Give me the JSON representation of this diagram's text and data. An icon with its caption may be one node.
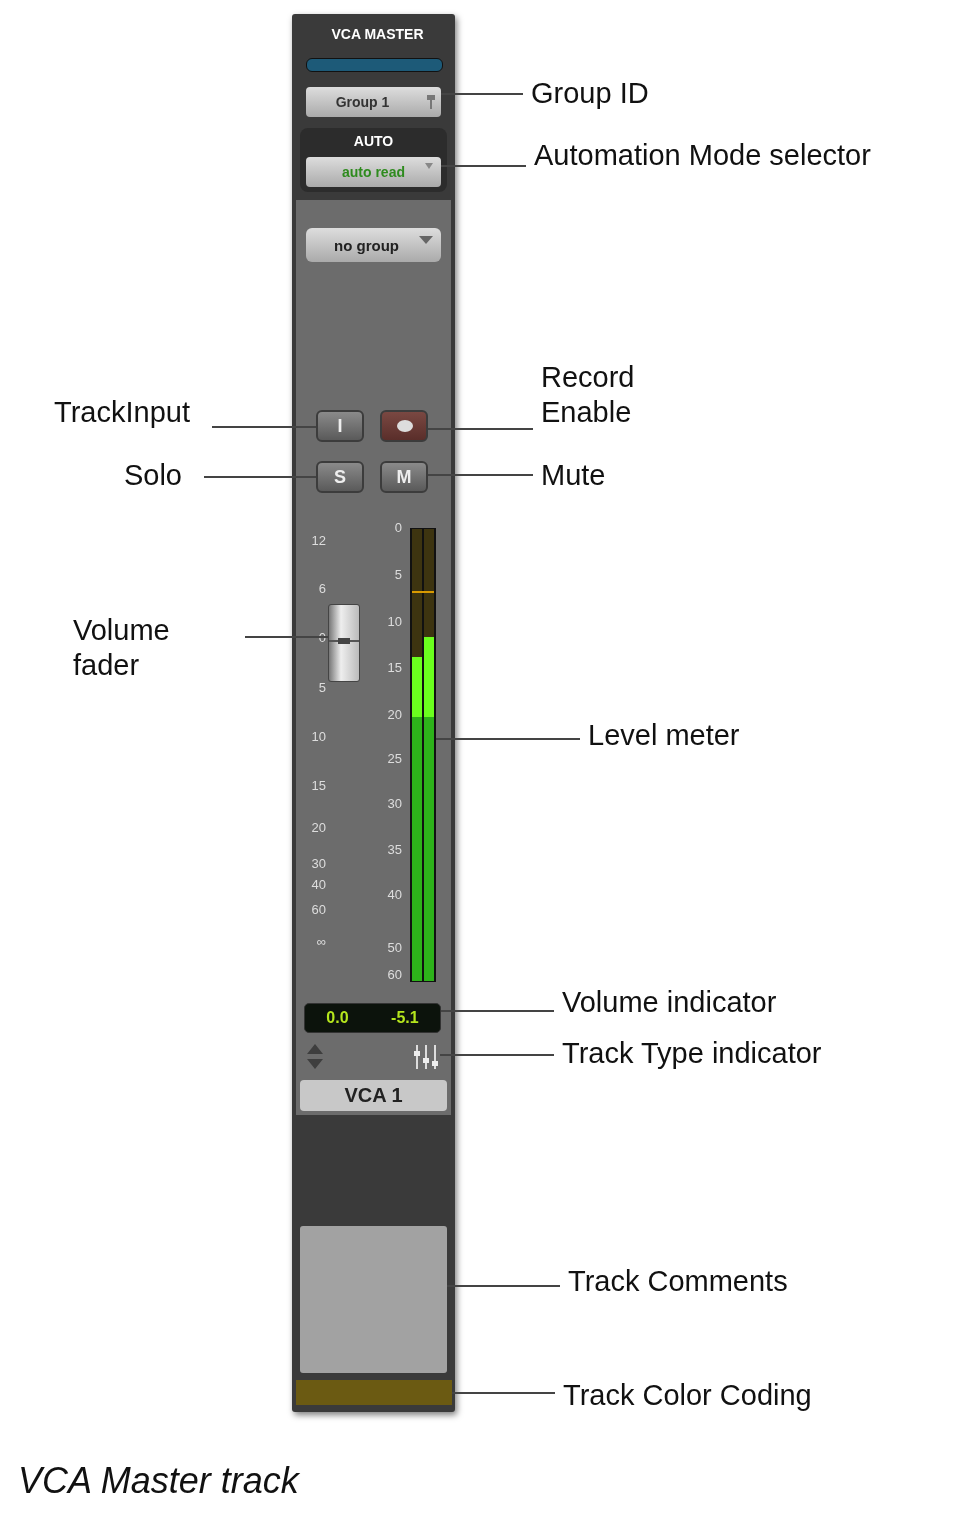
{
  "diagram": {
    "caption": "VCA Master track",
    "nodes": [
      {
        "text": [],
        "shape": "box"
      },
      {
        "text": [
          "Group 1"
        ],
        "in": 0
      },
      {
        "text": [
          "auto read"
        ],
        "in": 0
      },
      {
        "text": [
          "no group"
        ],
        "in": 0
      },
      {
        "text": [
          "I"
        ],
        "in": 0
      },
      {
        "text": [],
        "shape": "box",
        "in": 0
      },
      {
        "text": [
          "S"
        ],
        "in": 0
      },
      {
        "text": [
          "M"
        ],
        "in": 0
      },
      {
        "text": [],
        "shape": "box",
        "in": 0
      },
      {
        "text": [],
        "shape": "bar",
        "in": 0,
        "beside": [
          "0",
          "5",
          "10",
          "15",
          "20",
          "25",
          "30",
          "35",
          "40",
          "50",
          "60"
        ]
      },
      {
        "text": [
          "0.0",
          "-5.1"
        ],
        "in": 0
      },
      {
        "text": [],
        "shape": "picture",
        "in": 0
      },
      {
        "text": [
          "VCA 1"
        ],
        "in": 0
      },
      {
        "text": [],
        "shape": "box",
        "in": 0
      },
      {
        "text": [],
        "shape": "bar",
        "in": 0
      },
      {
        "text": [
          "Group ID"
        ]
      },
      {
        "text": [
          "Automation Mode selector"
        ]
      },
      {
        "text": [
          "TrackInput"
        ]
      },
      {
        "text": [
          "Record Enable"
        ]
      },
      {
        "text": [
          "Solo"
        ]
      },
      {
        "text": [
          "Mute"
        ]
      },
      {
        "text": [
          "Volume fader"
        ]
      },
      {
        "text": [
          "Level meter"
        ]
      },
      {
        "text": [
          "Volume indicator"
        ]
      },
      {
        "text": [
          "Track Type indicator"
        ]
      },
      {
        "text": [
          "Track Comments"
        ]
      },
      {
        "text": [
          "Track Color Coding"
        ]
      }
    ],
    "edges": [
      {
        "from": 15,
        "to": 1,
        "arrow": "none"
      },
      {
        "from": 16,
        "to": 2,
        "arrow": "none"
      },
      {
        "from": 17,
        "to": 4,
        "arrow": "none"
      },
      {
        "from": 18,
        "to": 5,
        "arrow": "none"
      },
      {
        "from": 19,
        "to": 6,
        "arrow": "none"
      },
      {
        "from": 20,
        "to": 7,
        "arrow": "none"
      },
      {
        "from": 21,
        "to": 8,
        "arrow": "none"
      },
      {
        "from": 22,
        "to": 9,
        "arrow": "none"
      },
      {
        "from": 23,
        "to": 10,
        "arrow": "none"
      },
      {
        "from": 24,
        "to": 11,
        "arrow": "none"
      },
      {
        "from": 25,
        "to": 13,
        "arrow": "none"
      },
      {
        "from": 26,
        "to": 14,
        "arrow": "none"
      }
    ],
    "labels": [
      "VCA MASTER",
      "AUTO",
      "12",
      "6",
      "0",
      "5",
      "10",
      "15",
      "20",
      "30",
      "40",
      "60",
      "∞"
    ]
  }
}
